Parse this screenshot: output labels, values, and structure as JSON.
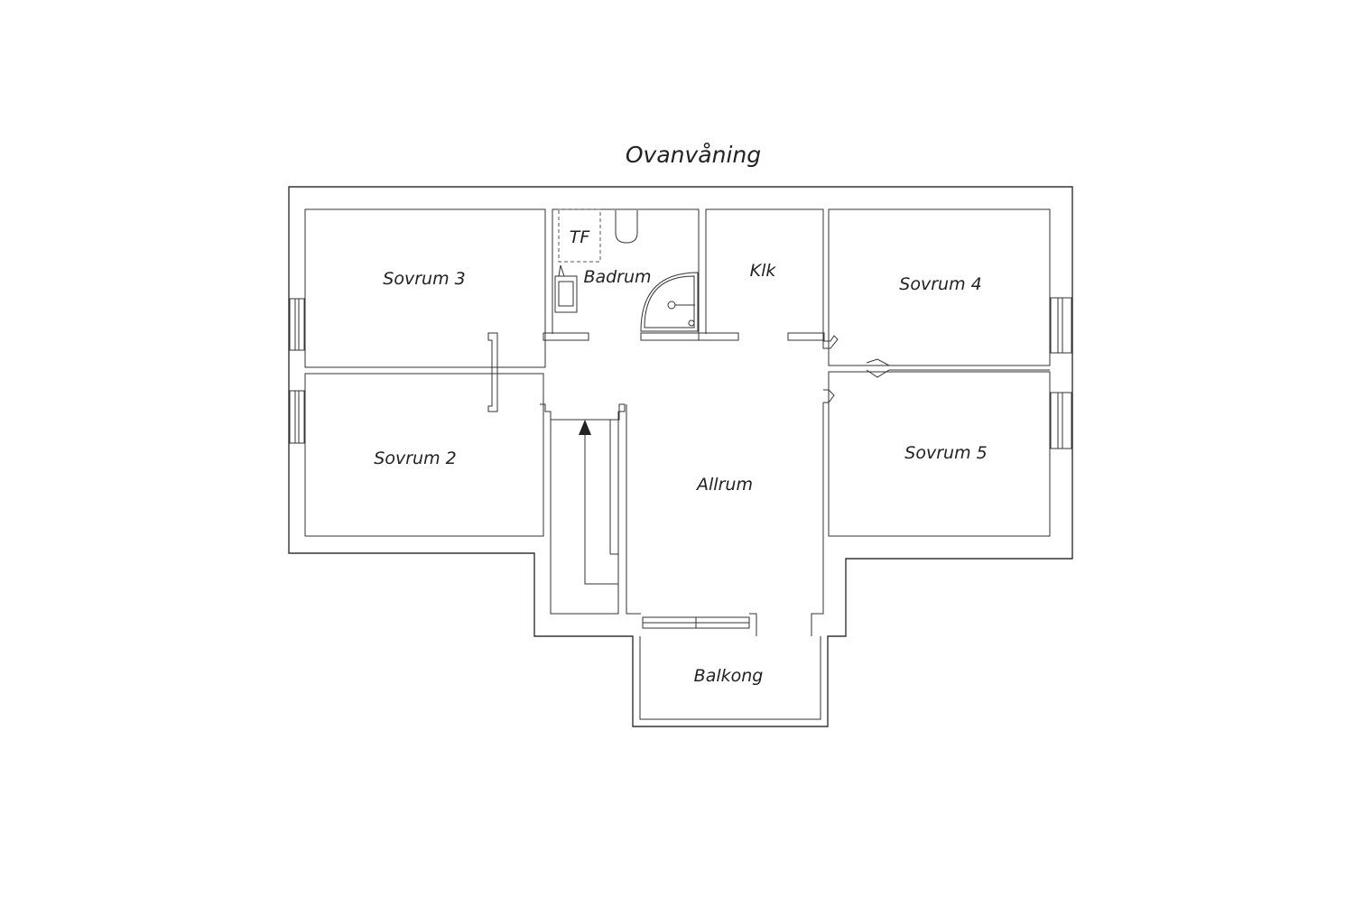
{
  "title": "Ovanvåning",
  "rooms": {
    "sovrum3": "Sovrum 3",
    "sovrum2": "Sovrum 2",
    "badrum": "Badrum",
    "tf": "TF",
    "klk": "Klk",
    "sovrum4": "Sovrum 4",
    "sovrum5": "Sovrum 5",
    "allrum": "Allrum",
    "balkong": "Balkong"
  },
  "colors": {
    "line": "#333333",
    "text": "#222222",
    "background": "#ffffff"
  }
}
